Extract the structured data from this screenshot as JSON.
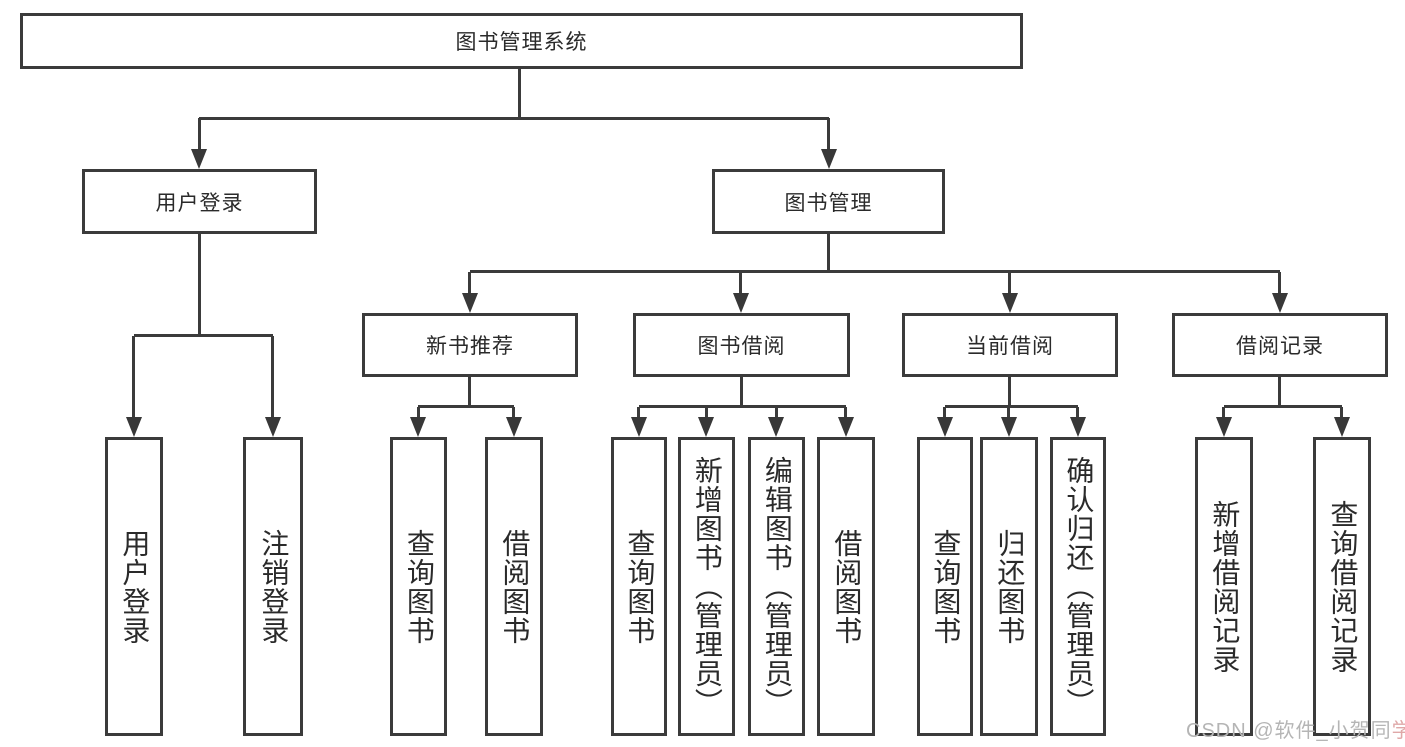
{
  "diagram": {
    "root": {
      "label": "图书管理系统"
    },
    "level2": [
      {
        "label": "用户登录"
      },
      {
        "label": "图书管理"
      }
    ],
    "level3": [
      {
        "label": "新书推荐",
        "parent": "图书管理"
      },
      {
        "label": "图书借阅",
        "parent": "图书管理"
      },
      {
        "label": "当前借阅",
        "parent": "图书管理"
      },
      {
        "label": "借阅记录",
        "parent": "图书管理"
      }
    ],
    "leaves": [
      {
        "label": "用户登录",
        "parent": "用户登录"
      },
      {
        "label": "注销登录",
        "parent": "用户登录"
      },
      {
        "label": "查询图书",
        "parent": "新书推荐"
      },
      {
        "label": "借阅图书",
        "parent": "新书推荐"
      },
      {
        "label": "查询图书",
        "parent": "图书借阅"
      },
      {
        "label": "新增图书（管理员）",
        "parent": "图书借阅"
      },
      {
        "label": "编辑图书（管理员）",
        "parent": "图书借阅"
      },
      {
        "label": "借阅图书",
        "parent": "图书借阅"
      },
      {
        "label": "查询图书",
        "parent": "当前借阅"
      },
      {
        "label": "归还图书",
        "parent": "当前借阅"
      },
      {
        "label": "确认归还（管理员）",
        "parent": "当前借阅"
      },
      {
        "label": "新增借阅记录",
        "parent": "借阅记录"
      },
      {
        "label": "查询借阅记录",
        "parent": "借阅记录"
      }
    ]
  },
  "watermark": {
    "text_main": "CSDN @软件_小贺同",
    "text_accent": "学"
  },
  "colors": {
    "background": "#ffffff",
    "line": "#3b3b3b",
    "text": "#2a2a2a",
    "watermark": "#b5b5b5",
    "watermark_accent": "#dfa8a8"
  }
}
